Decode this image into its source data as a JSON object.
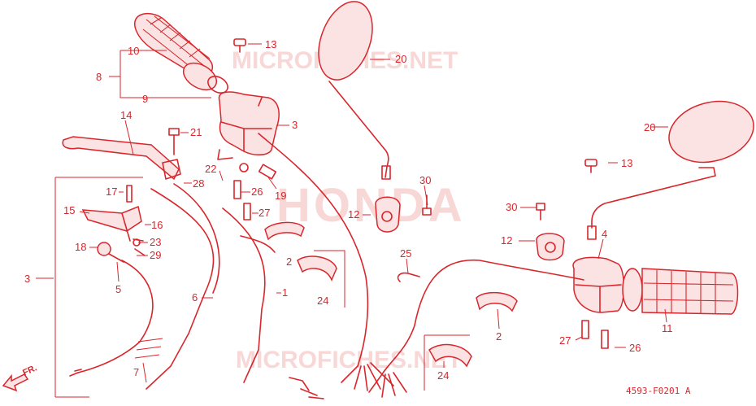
{
  "watermarks": {
    "brand": "HONDA",
    "site_top": "MICROFICHES.NET",
    "site_bottom": "MICROFICHES.NET"
  },
  "callouts": {
    "c1": "1",
    "c2a": "2",
    "c2b": "2",
    "c3a": "3",
    "c3b": "3",
    "c4": "4",
    "c5": "5",
    "c6": "6",
    "c7": "7",
    "c8": "8",
    "c9": "9",
    "c10": "10",
    "c11": "11",
    "c12a": "12",
    "c12b": "12",
    "c13a": "13",
    "c13b": "13",
    "c14": "14",
    "c15": "15",
    "c16": "16",
    "c17": "17",
    "c18": "18",
    "c19": "19",
    "c20a": "20",
    "c20b": "20",
    "c21": "21",
    "c22": "22",
    "c23": "23",
    "c24a": "24",
    "c24b": "24",
    "c25": "25",
    "c26a": "26",
    "c26b": "26",
    "c27a": "27",
    "c27b": "27",
    "c28": "28",
    "c29": "29",
    "c30a": "30",
    "c30b": "30"
  },
  "direction_label": "FR.",
  "diagram_code": "4593-F0201 A",
  "colors": {
    "line": "#d9262c",
    "watermark": "#f6caca",
    "fill": "#fbe3e3"
  }
}
